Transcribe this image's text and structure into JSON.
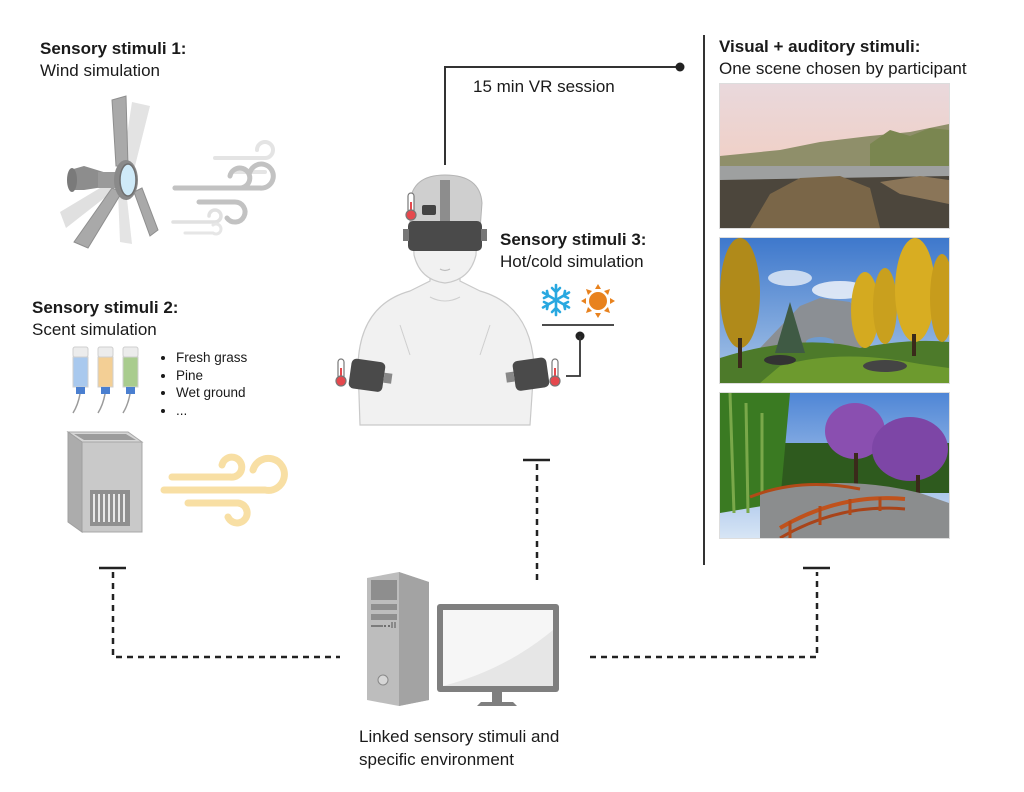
{
  "stimulus1": {
    "heading": "Sensory stimuli 1:",
    "subheading": "Wind simulation",
    "icon": "fan-icon",
    "wind_color": "#bdbdbd"
  },
  "stimulus2": {
    "heading": "Sensory stimuli 2:",
    "subheading": "Scent simulation",
    "scents": [
      "Fresh grass",
      "Pine",
      "Wet ground",
      "..."
    ],
    "vial_colors": [
      "#a9c9ee",
      "#f3cf95",
      "#a9cc8e"
    ],
    "wind_color": "#f8dfa4"
  },
  "stimulus3": {
    "heading": "Sensory stimuli 3:",
    "subheading": "Hot/cold simulation",
    "cold_icon": "snowflake-icon",
    "hot_icon": "sun-icon",
    "cold_color": "#29a8e0",
    "hot_color": "#e8821e"
  },
  "session": {
    "label": "15 min VR session"
  },
  "visual": {
    "heading": "Visual + auditory stimuli:",
    "subheading": "One scene chosen by participant",
    "scenes": [
      {
        "name": "river-sunset-scene"
      },
      {
        "name": "autumn-mountain-forest-scene"
      },
      {
        "name": "japanese-garden-bridge-scene"
      }
    ]
  },
  "computer": {
    "caption_line1": "Linked sensory stimuli and",
    "caption_line2": "specific environment"
  },
  "colors": {
    "line": "#333333",
    "device_dark": "#4a4a4a",
    "thermometer_red": "#e5484d"
  }
}
